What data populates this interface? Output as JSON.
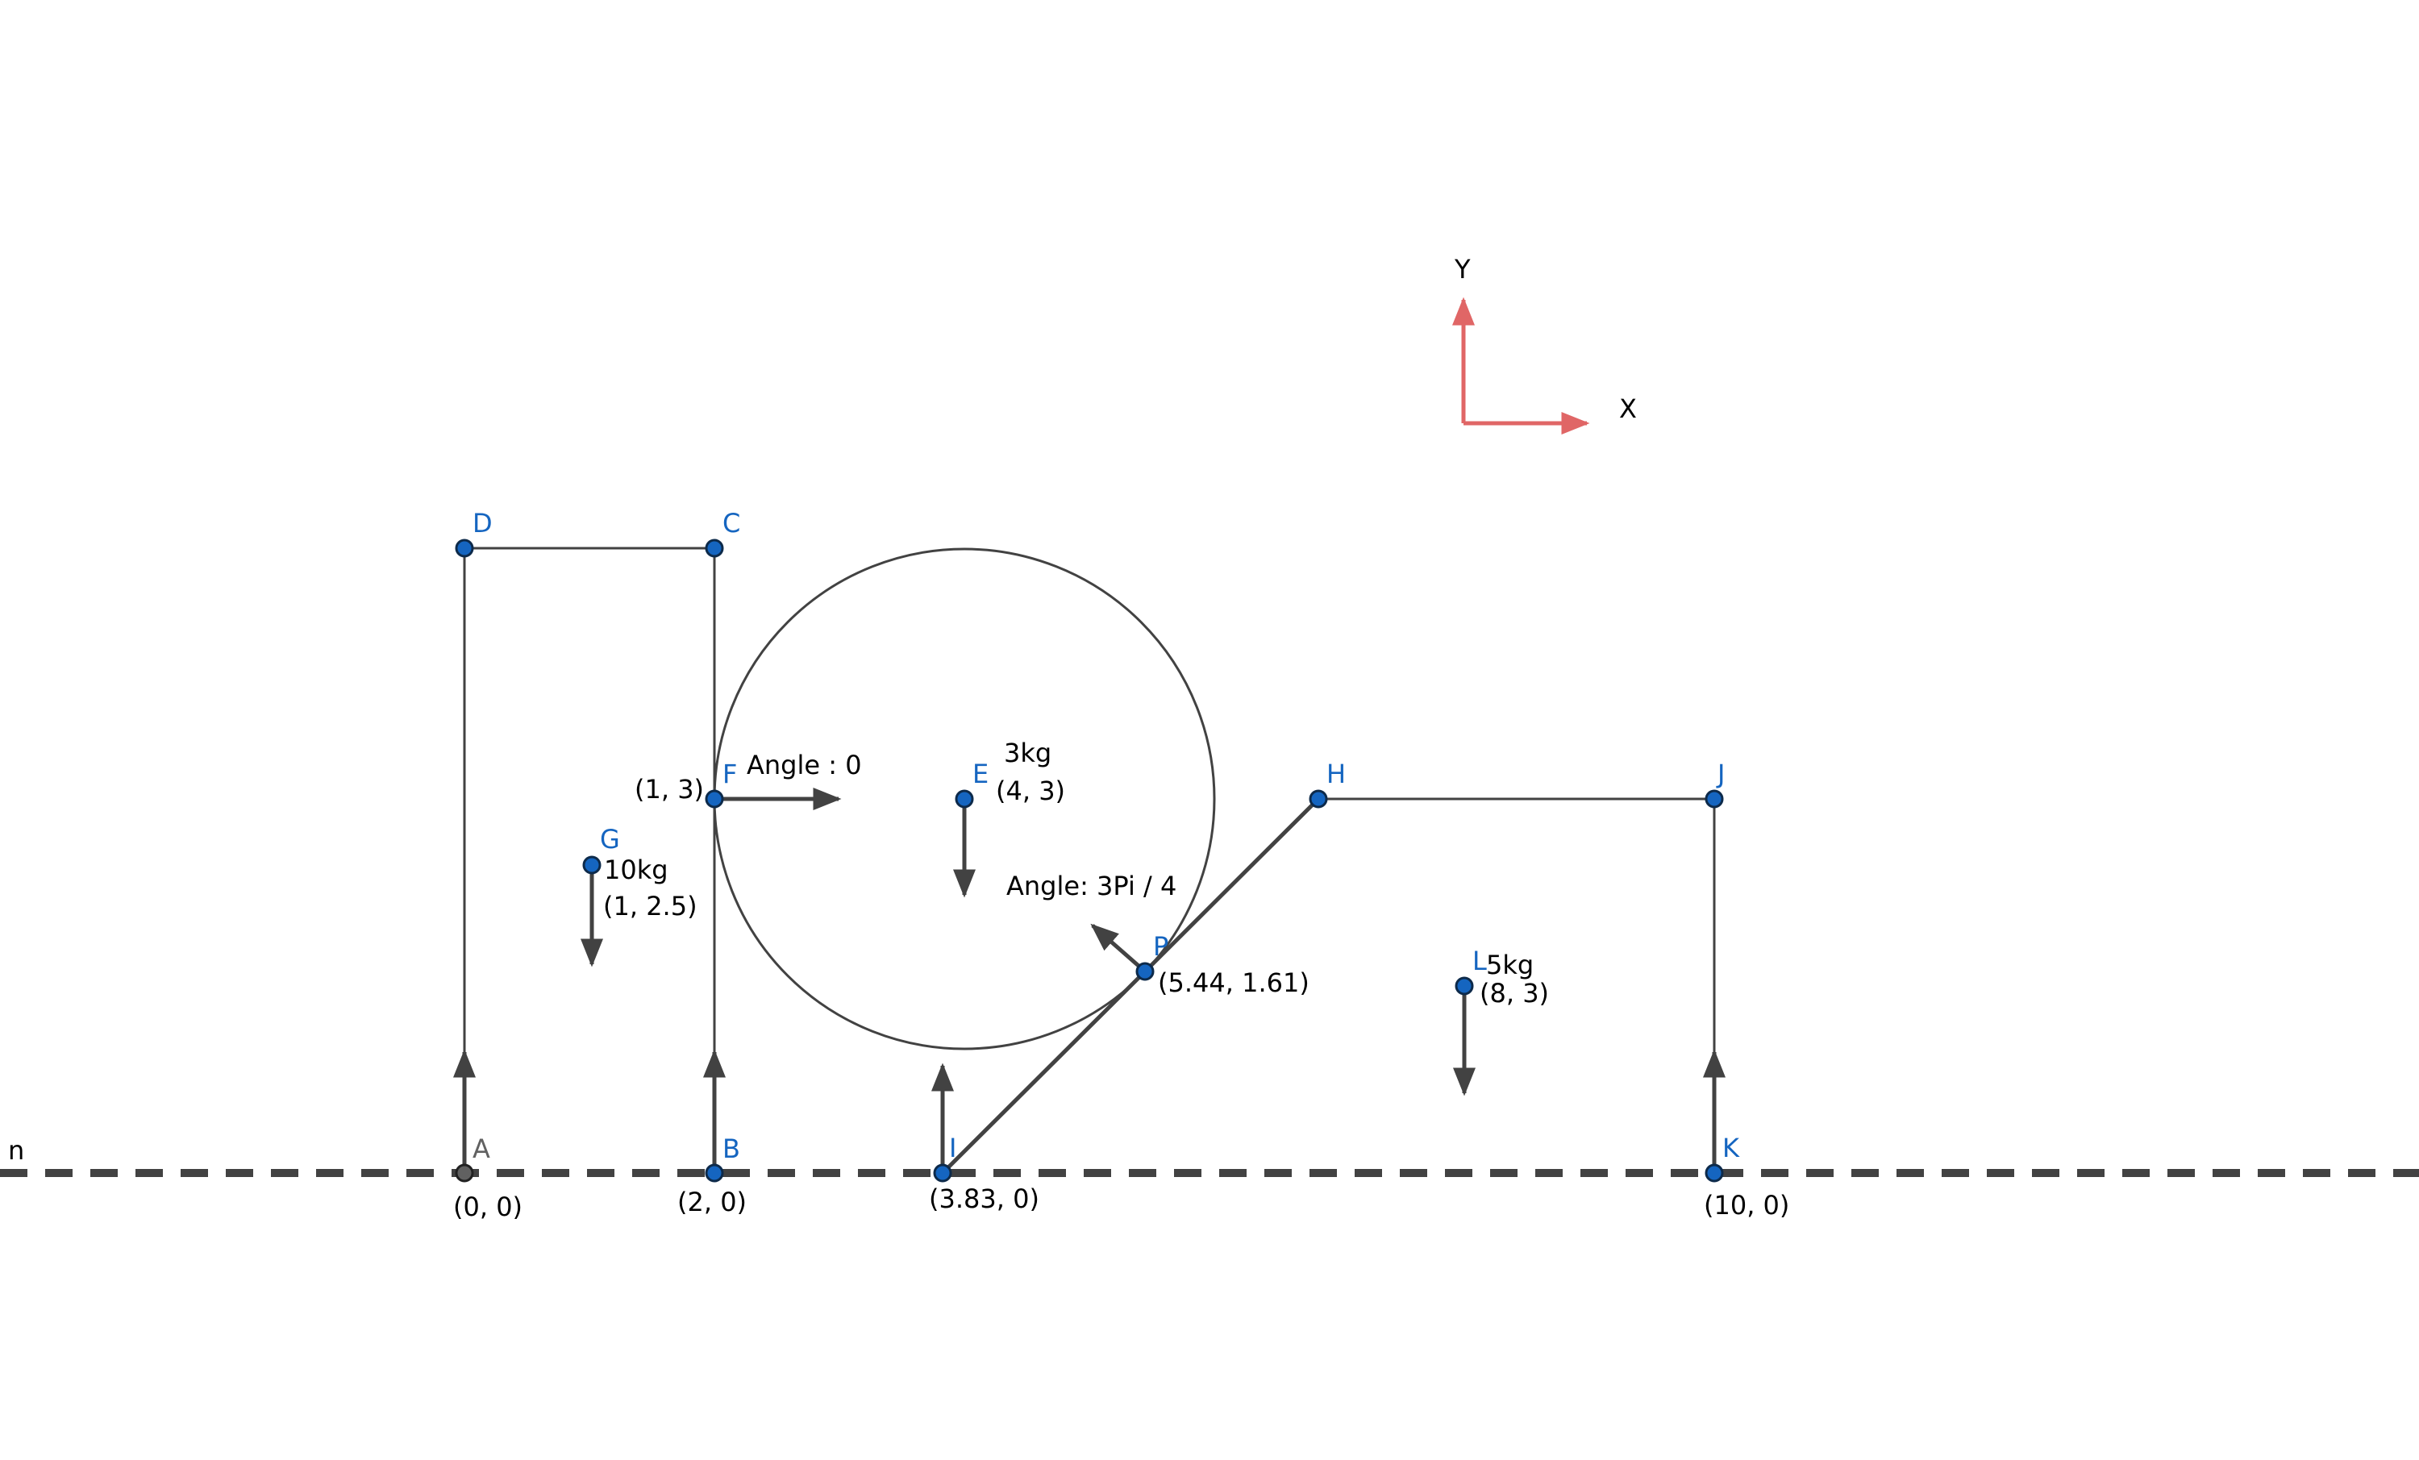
{
  "colors": {
    "point_fill": "#1565c0",
    "point_stroke": "#0d2a4a",
    "origin_fill": "#616161",
    "line": "#424242",
    "ground": "#424242",
    "axis": "#e06666",
    "label_blue": "#1565c0",
    "text": "#000000"
  },
  "ground_line_label": "n",
  "axes": {
    "x_label": "X",
    "y_label": "Y"
  },
  "points": [
    {
      "id": "A",
      "label": "A",
      "coord_text": "(0, 0)"
    },
    {
      "id": "B",
      "label": "B",
      "coord_text": "(2, 0)"
    },
    {
      "id": "C",
      "label": "C"
    },
    {
      "id": "D",
      "label": "D"
    },
    {
      "id": "E",
      "label": "E",
      "mass_text": "3kg",
      "coord_text": "(4, 3)"
    },
    {
      "id": "F",
      "label": "F",
      "coord_text": "(1, 3)",
      "angle_text": "Angle : 0"
    },
    {
      "id": "G",
      "label": "G",
      "mass_text": "10kg",
      "coord_text": "(1, 2.5)"
    },
    {
      "id": "H",
      "label": "H"
    },
    {
      "id": "I",
      "label": "I",
      "coord_text": "(3.83, 0)"
    },
    {
      "id": "J",
      "label": "J"
    },
    {
      "id": "K",
      "label": "K",
      "coord_text": "(10, 0)"
    },
    {
      "id": "L",
      "label": "L",
      "mass_text": "5kg",
      "coord_text": "(8, 3)"
    },
    {
      "id": "P",
      "label": "P",
      "coord_text": "(5.44, 1.61)",
      "angle_text": "Angle: 3Pi / 4"
    }
  ]
}
